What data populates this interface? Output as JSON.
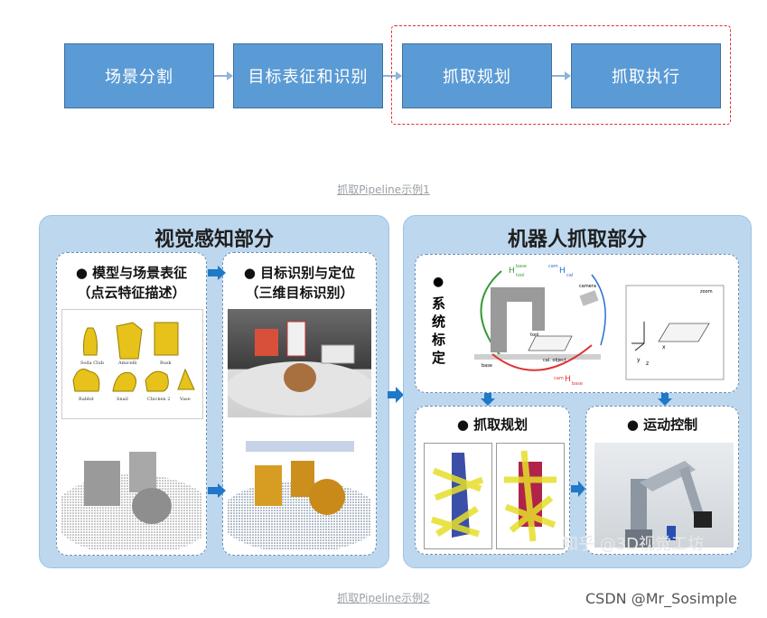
{
  "pipeline": {
    "steps": [
      "场景分割",
      "目标表征和识别",
      "抓取规划",
      "抓取执行"
    ]
  },
  "captions": {
    "caption1": "抓取Pipeline示例1",
    "caption2": "抓取Pipeline示例2"
  },
  "left_panel": {
    "title": "视觉感知部分",
    "sub1": {
      "line1": "●  模型与场景表征",
      "line2": "（点云特征描述）"
    },
    "sub2": {
      "line1": "●  目标识别与定位",
      "line2": "（三维目标识别）"
    },
    "model_labels": [
      "Soda Club",
      "Amicelli",
      "Rusk",
      "Rabbit",
      "Snail",
      "Chicken 2",
      "Vase"
    ]
  },
  "right_panel": {
    "title": "机器人抓取部分",
    "calib_label": [
      "系",
      "统",
      "标",
      "定"
    ],
    "calib_bullet": "●",
    "diagram_labels": {
      "h_base_tool": "H",
      "base_sup": "base",
      "tool_sub": "tool",
      "cam_sup": "cam",
      "cal_sub": "cal",
      "camera": "camera",
      "tool": "tool",
      "base": "base",
      "cal_object": "cal. object",
      "zoom": "zoom",
      "y": "y",
      "x": "x",
      "z": "z"
    },
    "sub_grasp": "●  抓取规划",
    "sub_motion": "●  运动控制"
  },
  "watermarks": {
    "zhihu": "知乎 @3D视觉工坊",
    "csdn": "CSDN @Mr_Sosimple"
  },
  "colors": {
    "box_blue": "#5b9bd5",
    "panel_blue": "#bdd7ee",
    "arrow_blue": "#1f78c8",
    "dash_red": "#e0302f"
  }
}
